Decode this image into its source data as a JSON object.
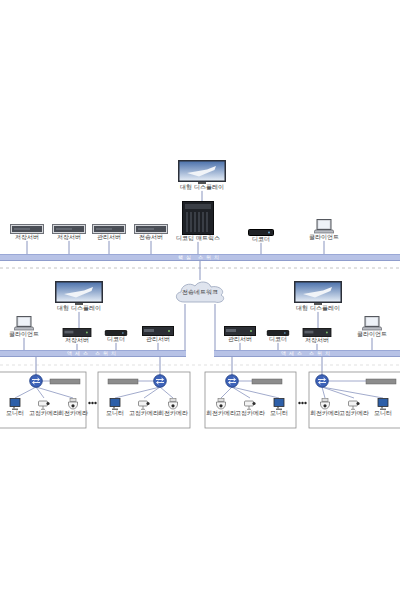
{
  "diagram": {
    "nodes": [
      {
        "text": [
          "대형 디스플레이"
        ]
      },
      {
        "text": [
          "저장서버"
        ]
      },
      {
        "text": [
          "저장서버"
        ]
      },
      {
        "text": [
          "관리서버"
        ]
      },
      {
        "text": [
          "전송서버"
        ]
      },
      {
        "text": [
          "디코딩 매트릭스"
        ]
      },
      {
        "text": [
          "디코더"
        ]
      },
      {
        "text": [
          "클라이언트"
        ]
      },
      {
        "text": [
          "핵심 스위치"
        ]
      },
      {
        "text": [
          "전송네트워크"
        ]
      },
      {
        "text": [
          "대형 디스플레이"
        ]
      },
      {
        "text": [
          "클라이언트"
        ]
      },
      {
        "text": [
          "저장서버"
        ]
      },
      {
        "text": [
          "디코더"
        ]
      },
      {
        "text": [
          "관리서버"
        ]
      },
      {
        "text": [
          "액세스 스위치"
        ]
      },
      {
        "text": [
          "대형 디스플레이"
        ]
      },
      {
        "text": [
          "관리서버"
        ]
      },
      {
        "text": [
          "디코더"
        ]
      },
      {
        "text": [
          "저장서버"
        ]
      },
      {
        "text": [
          "클라이언트"
        ]
      },
      {
        "text": [
          "액세스 스위치"
        ]
      },
      {
        "text": [
          "모니터"
        ]
      },
      {
        "text": [
          "고정카메라"
        ]
      },
      {
        "text": [
          "회전카메라"
        ]
      },
      {
        "text": [
          "모니터"
        ]
      },
      {
        "text": [
          "고정카메라"
        ]
      },
      {
        "text": [
          "회전카메라"
        ]
      },
      {
        "text": [
          "회전카메라"
        ]
      },
      {
        "text": [
          "고정카메라"
        ]
      },
      {
        "text": [
          "모니터"
        ]
      },
      {
        "text": [
          "회전카메라"
        ]
      },
      {
        "text": [
          "고정카메라"
        ]
      },
      {
        "text": [
          "모니터"
        ]
      }
    ],
    "edges": [
      {
        "from": 0,
        "to": 5,
        "arrow": "none"
      },
      {
        "from": 1,
        "to": 8,
        "arrow": "none"
      },
      {
        "from": 2,
        "to": 8,
        "arrow": "none"
      },
      {
        "from": 3,
        "to": 8,
        "arrow": "none"
      },
      {
        "from": 4,
        "to": 8,
        "arrow": "none"
      },
      {
        "from": 5,
        "to": 8,
        "arrow": "none"
      },
      {
        "from": 6,
        "to": 8,
        "arrow": "none"
      },
      {
        "from": 7,
        "to": 8,
        "arrow": "none"
      },
      {
        "from": 9,
        "to": 8,
        "arrow": "none"
      },
      {
        "from": 9,
        "to": 15,
        "arrow": "none"
      },
      {
        "from": 9,
        "to": 21,
        "arrow": "none"
      },
      {
        "from": 10,
        "to": 12,
        "arrow": "none"
      },
      {
        "from": 11,
        "to": 15,
        "arrow": "none"
      },
      {
        "from": 12,
        "to": 15,
        "arrow": "none"
      },
      {
        "from": 13,
        "to": 15,
        "arrow": "none"
      },
      {
        "from": 14,
        "to": 15,
        "arrow": "none"
      },
      {
        "from": 16,
        "to": 19,
        "arrow": "none"
      },
      {
        "from": 17,
        "to": 21,
        "arrow": "none"
      },
      {
        "from": 18,
        "to": 21,
        "arrow": "none"
      },
      {
        "from": 19,
        "to": 21,
        "arrow": "none"
      },
      {
        "from": 20,
        "to": 21,
        "arrow": "none"
      }
    ]
  }
}
